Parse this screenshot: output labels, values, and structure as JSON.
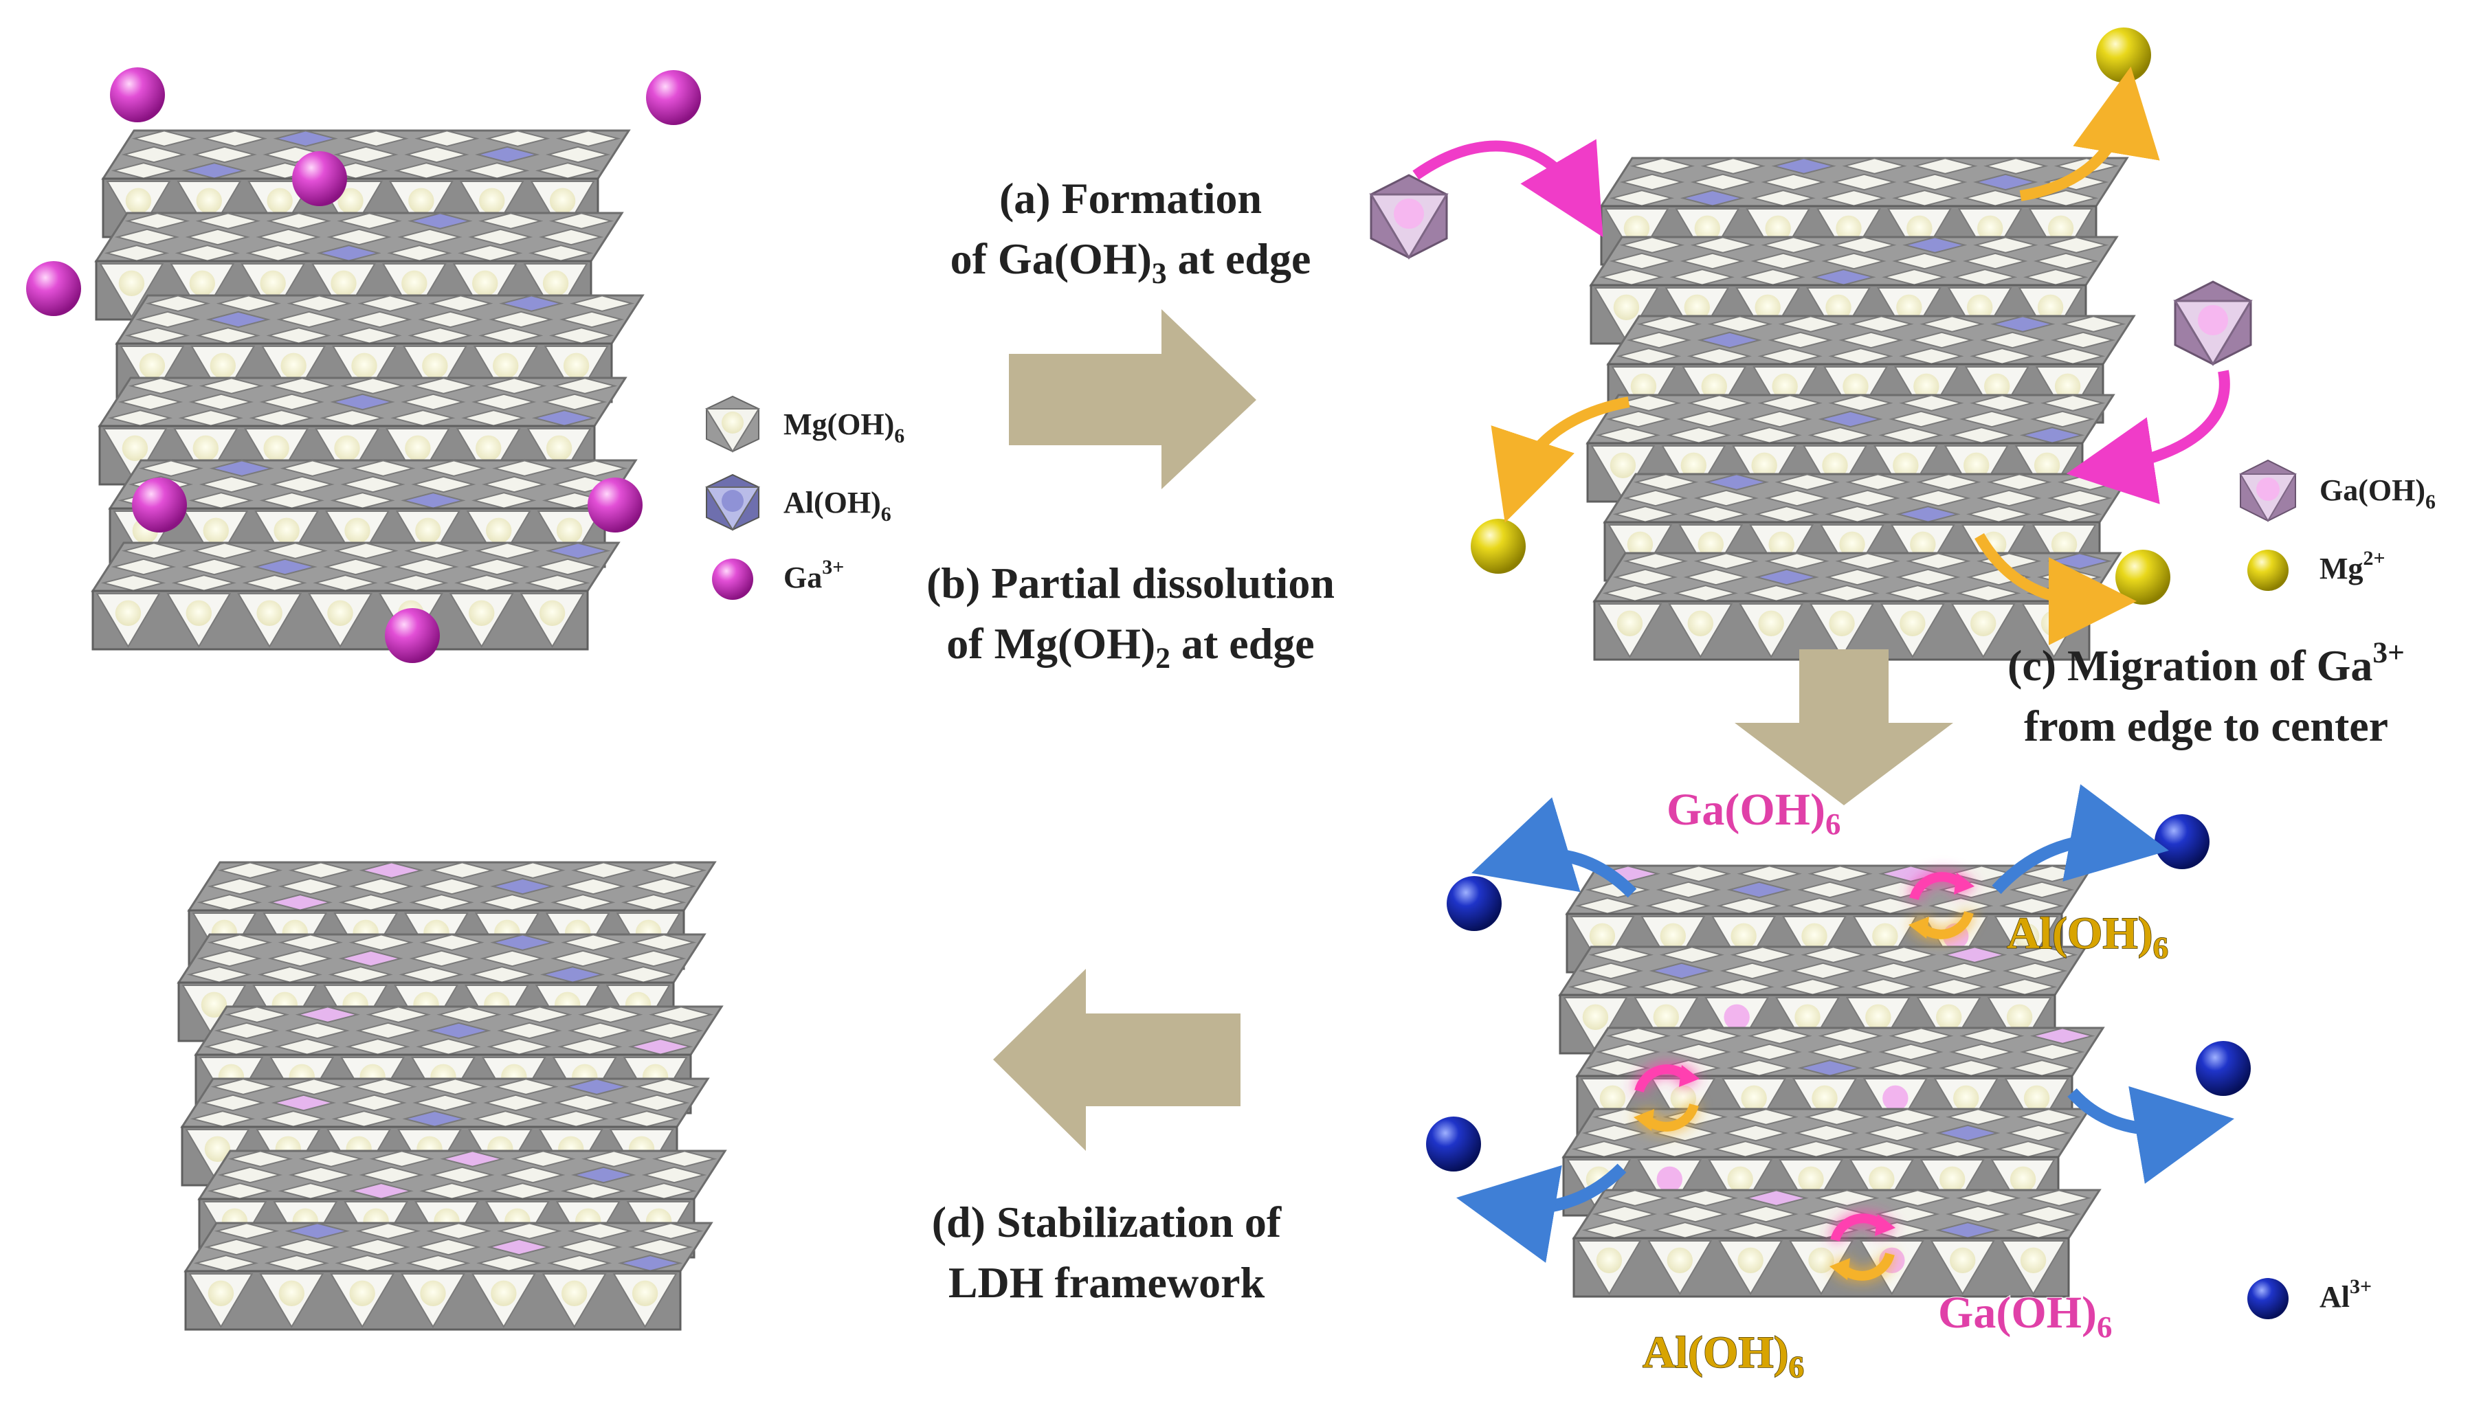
{
  "steps": {
    "a": {
      "line1": "(a) Formation",
      "line2_pre": "of Ga(OH)",
      "line2_sub": "3",
      "line2_post": " at edge"
    },
    "b": {
      "line1": "(b) Partial dissolution",
      "line2_pre": "of Mg(OH)",
      "line2_sub": "2",
      "line2_post": " at edge"
    },
    "c": {
      "line1_pre": "(c) Migration of Ga",
      "line1_sup": "3+",
      "line2": "from edge to center"
    },
    "d": {
      "line1": "(d) Stabilization of",
      "line2": "LDH framework"
    }
  },
  "legend_left": {
    "mg": {
      "text": "Mg(OH)",
      "sub": "6"
    },
    "al": {
      "text": "Al(OH)",
      "sub": "6"
    },
    "ga": {
      "text": "Ga",
      "sup": "3+"
    }
  },
  "legend_right": {
    "gaoh": {
      "text": "Ga(OH)",
      "sub": "6"
    },
    "mg": {
      "text": "Mg",
      "sup": "2+"
    },
    "al": {
      "text": "Al",
      "sup": "3+"
    }
  },
  "exchange_labels": {
    "top_ga": {
      "text": "Ga(OH)",
      "sub": "6"
    },
    "right_al": {
      "text": "Al(OH)",
      "sub": "6"
    },
    "bottom_ga": {
      "text": "Ga(OH)",
      "sub": "6"
    },
    "bottom_al": {
      "text": "Al(OH)",
      "sub": "6"
    }
  },
  "colors": {
    "ga_ion": "#d63fc8",
    "mg_ion": "#e6d21a",
    "al_ion": "#1a2fc0",
    "arrow_big": "#bfb493",
    "arrow_pink": "#f03cc8",
    "arrow_orange": "#f5b22a",
    "arrow_blue": "#3f7fd6",
    "octa_grey": "#8a8a8a",
    "octa_al": "#7d80c9",
    "octa_ga": "#c99bd0"
  }
}
